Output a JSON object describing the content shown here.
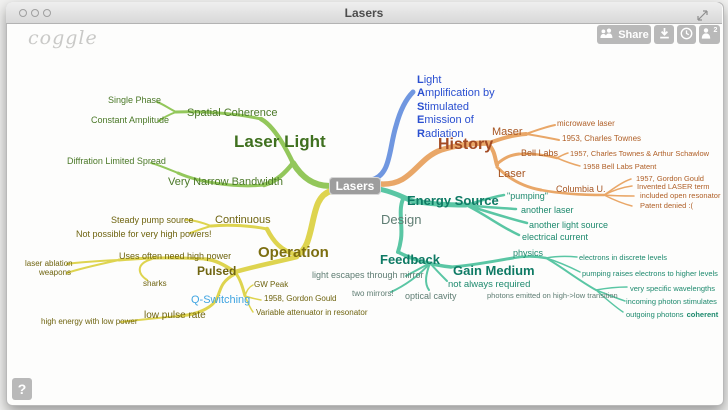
{
  "window": {
    "title": "Lasers"
  },
  "brand": {
    "logo": "coggle"
  },
  "help": {
    "label": "?"
  },
  "toolbar": {
    "share_label": "Share",
    "collaborators_count": "2"
  },
  "colors": {
    "branch_green": "#93c75b",
    "branch_yellow": "#ded44f",
    "branch_blue": "#7097e0",
    "branch_orange": "#e9a768",
    "branch_teal": "#5ac6a4",
    "link_blue": "#41a5e1",
    "center_node_bg": "#9d9d9d"
  },
  "map": {
    "center": "Lasers",
    "acronym": {
      "lines": [
        "Light",
        "Amplification by",
        "Stimulated",
        "Emission of",
        "Radiation"
      ]
    },
    "laser_light": {
      "label": "Laser Light",
      "spatial_coherence": "Spatial Coherence",
      "single_phase": "Single Phase",
      "constant_amplitude": "Constant Amplitude",
      "diffration": "Diffration Limited Spread",
      "bandwidth": "Very Narrow Bandwidth"
    },
    "history": {
      "label": "History",
      "maser": "Maser",
      "microwave_laser": "microwave laser",
      "townes_1953": "1953, Charles Townes",
      "laser": "Laser",
      "bell_labs": "Bell Labs",
      "townes_schawlow_1957": "1957, Charles Townes & Arthur Schawlow",
      "bell_patent_1958": "1958 Bell Labs Patent",
      "columbia": "Columbia U.",
      "gould_1957": "1957, Gordon Gould",
      "invented_term": "Invented LASER term",
      "open_resonator": "included open resonator",
      "patent_denied": "Patent denied :("
    },
    "energy_source": {
      "label": "Energy Source",
      "pumping": "\"pumping\"",
      "another_laser": "another laser",
      "another_light": "another light source",
      "electrical": "electrical current"
    },
    "design": {
      "label": "Design"
    },
    "feedback": {
      "label": "Feedback",
      "mirror_escape": "light escapes through mirror",
      "two_mirrors": "two mirrors!",
      "optical_cavity": "optical cavity",
      "not_required": "not always required"
    },
    "gain_medium": {
      "label": "Gain Medium",
      "physics": "physics",
      "discrete_levels": "electrons in discrete levels",
      "pumping_raises": "pumping raises electrons to higher levels",
      "photons_emitted": "photons emitted on high->low transition",
      "wavelengths": "very specific wavelengths",
      "incoming": "incoming photon stimulates",
      "outgoing_prefix": "outgoing photons",
      "outgoing_bold": "coherent"
    },
    "operation": {
      "label": "Operation",
      "continuous": "Continuous",
      "steady_pump": "Steady pump source",
      "not_possible": "Not possible for very high powers!",
      "high_power_uses": "Uses often need high power",
      "pulsed": "Pulsed",
      "laser_ablation": "laser ablation",
      "weapons": "weapons",
      "sharks": "sharks",
      "q_switching": "Q-Switching",
      "gw_peak": "GW Peak",
      "gould_1958": "1958, Gordon Gould",
      "attenuator": "Variable attenuator in resonator",
      "low_pulse": "low pulse rate",
      "high_energy": "high energy with low power"
    }
  }
}
